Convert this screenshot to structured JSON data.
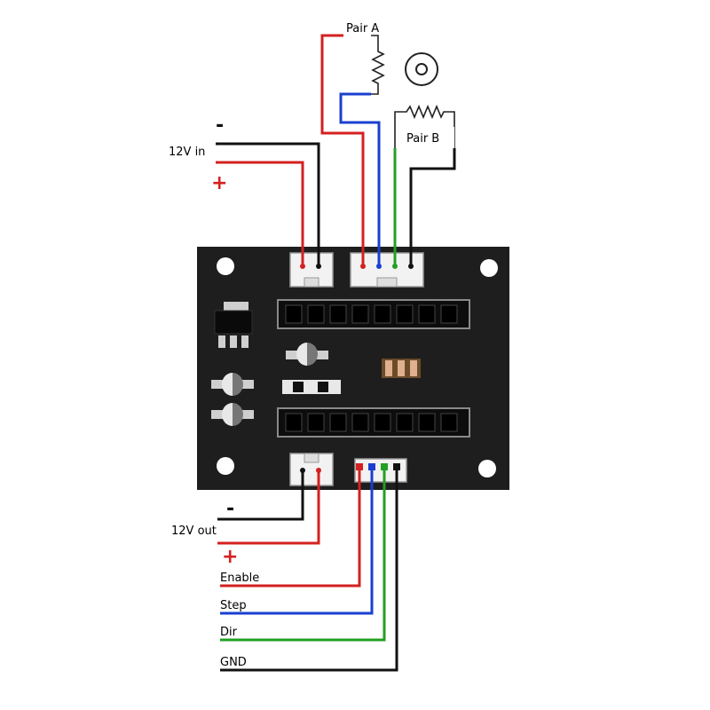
{
  "labels": {
    "motor_pair_a": "Pair A",
    "motor_pair_b": "Pair B",
    "power_in": "12V in",
    "power_in_minus": "-",
    "power_in_plus": "+",
    "power_out": "12V out",
    "power_out_minus": "-",
    "power_out_plus": "+",
    "enable": "Enable",
    "step": "Step",
    "dir": "Dir",
    "gnd": "GND"
  },
  "colors": {
    "wire_black": "#111111",
    "wire_red": "#d42020",
    "wire_blue": "#1a3fd0",
    "wire_green": "#22a022",
    "board": "#1e1e1e",
    "connector": "#f2f2f2",
    "plus_sign": "#d42020"
  },
  "icons": [
    "motor-shaft-icon",
    "coil-a-icon",
    "coil-b-icon",
    "regulator-icon",
    "led-icon",
    "resistor-icon",
    "mounting-hole-icon"
  ]
}
